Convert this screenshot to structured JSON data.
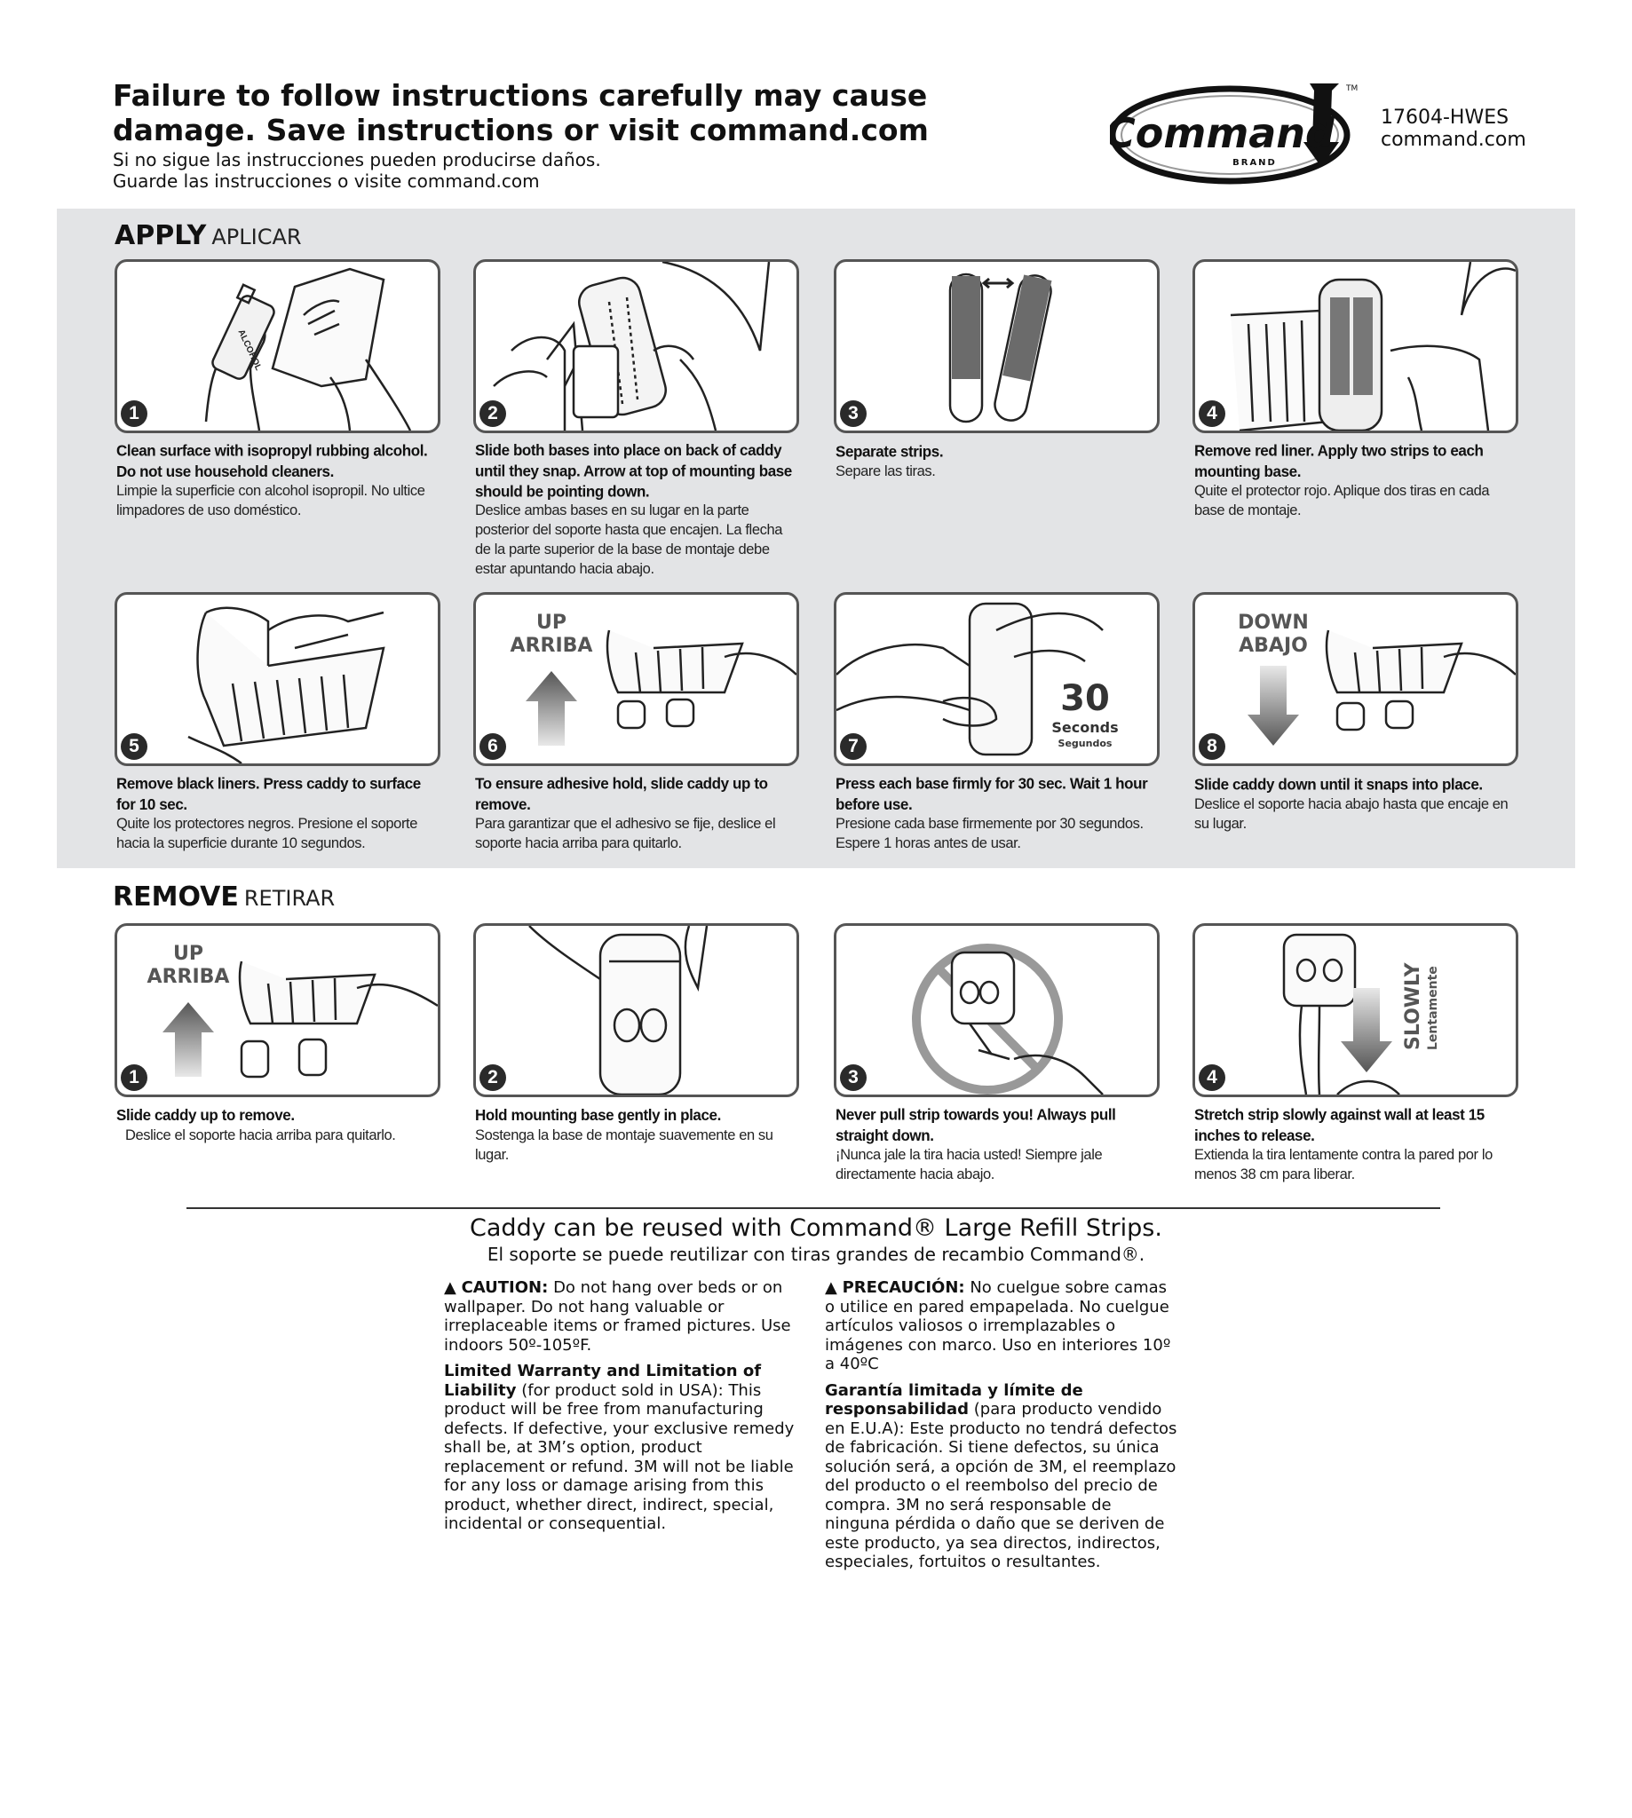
{
  "header": {
    "title_en_line1": "Failure to follow instructions carefully may cause",
    "title_en_line2": "damage. Save instructions or visit command.com",
    "title_es_line1": "Si no sigue las instrucciones pueden producirse daños.",
    "title_es_line2": "Guarde las instrucciones o visite command.com"
  },
  "brand": {
    "logo_text": "Command",
    "tm": "TM",
    "brand_sub": "BRAND",
    "product_code": "17604-HWES",
    "website": "command.com"
  },
  "apply": {
    "title": "APPLY",
    "title_es": "APLICAR",
    "steps": [
      {
        "num": "1",
        "en": "Clean surface with isopropyl rubbing alcohol. Do not use household cleaners.",
        "es": "Limpie la superficie con alcohol isopropil. No ultice limpadores de uso doméstico.",
        "label": "ALCOHOL"
      },
      {
        "num": "2",
        "en": "Slide both bases into place on back of caddy until they snap. Arrow at top of mounting base should be pointing down.",
        "es": "Deslice ambas bases en su lugar en la parte posterior del soporte hasta que encajen. La flecha de la parte superior de la base de montaje debe estar apuntando hacia abajo."
      },
      {
        "num": "3",
        "en": "Separate strips.",
        "es": "Separe las tiras."
      },
      {
        "num": "4",
        "en": "Remove red liner. Apply two strips to each mounting base.",
        "es": "Quite el protector rojo. Aplique dos tiras en cada base de montaje."
      },
      {
        "num": "5",
        "en": "Remove black liners. Press caddy to surface for 10 sec.",
        "es": "Quite los protectores negros. Presione el soporte hacia la superficie durante 10 segundos."
      },
      {
        "num": "6",
        "en": "To ensure adhesive hold, slide caddy up to remove.",
        "es": "Para garantizar que el adhesivo se fije, deslice el soporte hacia arriba para quitarlo.",
        "arrow_en": "UP",
        "arrow_es": "ARRIBA"
      },
      {
        "num": "7",
        "en": "Press each base firmly for 30 sec. Wait 1 hour before use.",
        "es": "Presione cada base firmemente por 30 segundos. Espere 1 horas antes de usar.",
        "timer_value": "30",
        "timer_en": "Seconds",
        "timer_es": "Segundos"
      },
      {
        "num": "8",
        "en": "Slide caddy down until it snaps into place.",
        "es": "Deslice el soporte hacia abajo hasta que encaje en su lugar.",
        "arrow_en": "DOWN",
        "arrow_es": "ABAJO"
      }
    ]
  },
  "remove": {
    "title": "REMOVE",
    "title_es": "RETIRAR",
    "steps": [
      {
        "num": "1",
        "en": "Slide caddy up to remove.",
        "es": "Deslice el soporte hacia arriba para quitarlo.",
        "arrow_en": "UP",
        "arrow_es": "ARRIBA"
      },
      {
        "num": "2",
        "en": "Hold mounting base gently in place.",
        "es": "Sostenga la base de montaje suavemente en su lugar."
      },
      {
        "num": "3",
        "en": "Never pull strip towards you! Always pull straight down.",
        "es": "¡Nunca jale la tira hacia usted! Siempre jale directamente hacia abajo."
      },
      {
        "num": "4",
        "en": "Stretch strip slowly against wall at least 15 inches to release.",
        "es": "Extienda la tira lentamente contra la pared por lo menos 38 cm para liberar.",
        "arrow_en": "SLOWLY",
        "arrow_es": "Lentamente"
      }
    ]
  },
  "reuse": {
    "en": "Caddy can be reused with Command® Large Refill Strips.",
    "es": "El soporte se puede reutilizar con tiras grandes de recambio Command®."
  },
  "caution_en": {
    "label": "CAUTION:",
    "text": "Do not hang over beds or on wallpaper. Do not hang valuable or irreplaceable items or framed pictures. Use indoors 50º-105ºF.",
    "warranty_label": "Limited Warranty and Limitation of Liability",
    "warranty_text": "(for product sold in USA): This product will be free from manufacturing defects. If defective, your exclusive remedy shall be, at 3M’s option, product replacement or refund. 3M will not be liable for any loss or damage arising from this product, whether direct, indirect, special, incidental or consequential."
  },
  "caution_es": {
    "label": "PRECAUCIÓN:",
    "text": "No cuelgue sobre camas o utilice en pared empapelada. No cuelgue artículos valiosos o irremplazables o imágenes con marco. Uso en interiores 10º a 40ºC",
    "warranty_label": "Garantía limitada y límite de responsabilidad",
    "warranty_text": "(para producto vendido en E.U.A): Este producto no tendrá defectos de fabricación. Si tiene defectos, su única solución será, a opción de 3M, el reemplazo del producto o el reembolso del precio de compra. 3M no será responsable de ninguna pérdida o daño que se deriven de este producto, ya sea directos, indirectos, especiales, fortuitos o resultantes."
  }
}
